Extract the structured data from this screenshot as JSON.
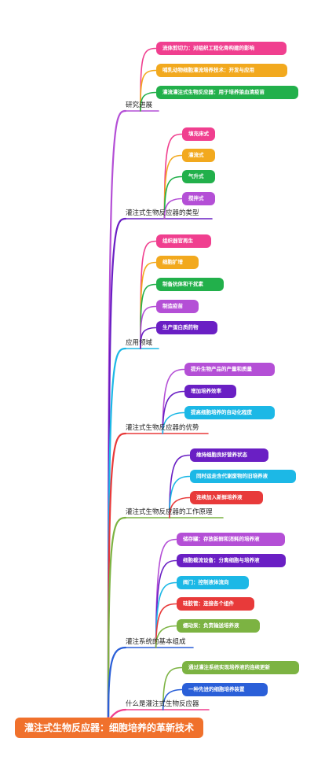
{
  "root": {
    "label": "灌注式生物反应器：细胞培养的革新技术",
    "color": "#f0712c"
  },
  "branches": [
    {
      "label": "研究进展",
      "color": "#b44fd6",
      "leaves": [
        {
          "label": "流体剪切力：对组织工程化骨构建的影响",
          "color": "#f03f8f"
        },
        {
          "label": "哺乳动物细胞灌流培养技术：开发与应用",
          "color": "#f2a91e"
        },
        {
          "label": "灌流灌注式生物反应器：用于培养狼血清疫苗",
          "color": "#22b04b"
        }
      ]
    },
    {
      "label": "灌注式生物反应器的类型",
      "color": "#6a1fc4",
      "leaves": [
        {
          "label": "填充床式",
          "color": "#f03f8f"
        },
        {
          "label": "灌流式",
          "color": "#f2a91e"
        },
        {
          "label": "气升式",
          "color": "#22b04b"
        },
        {
          "label": "搅拌式",
          "color": "#b44fd6"
        }
      ]
    },
    {
      "label": "应用领域",
      "color": "#1cb8e6",
      "leaves": [
        {
          "label": "组织器官再生",
          "color": "#f03f8f"
        },
        {
          "label": "细胞扩增",
          "color": "#f2a91e"
        },
        {
          "label": "制备抗体和干扰素",
          "color": "#22b04b"
        },
        {
          "label": "制造疫苗",
          "color": "#b44fd6"
        },
        {
          "label": "生产蛋白质药物",
          "color": "#6a1fc4"
        }
      ]
    },
    {
      "label": "灌注式生物反应器的优势",
      "color": "#e83a3a",
      "leaves": [
        {
          "label": "提升生物产品的产量和质量",
          "color": "#b44fd6"
        },
        {
          "label": "增加培养效率",
          "color": "#6a1fc4"
        },
        {
          "label": "提高细胞培养的自动化程度",
          "color": "#1cb8e6"
        }
      ]
    },
    {
      "label": "灌注式生物反应器的工作原理",
      "color": "#7cb342",
      "leaves": [
        {
          "label": "维持细胞良好营养状态",
          "color": "#6a1fc4"
        },
        {
          "label": "同时运走含代谢废物的旧培养液",
          "color": "#1cb8e6"
        },
        {
          "label": "连续加入新鲜培养液",
          "color": "#e83a3a"
        }
      ]
    },
    {
      "label": "灌注系统的基本组成",
      "color": "#2a5fd8",
      "leaves": [
        {
          "label": "储存罐：存放新鲜和消耗的培养液",
          "color": "#b44fd6"
        },
        {
          "label": "细胞截流设备：分离细胞与培养液",
          "color": "#6a1fc4"
        },
        {
          "label": "阀门：控制液体流向",
          "color": "#1cb8e6"
        },
        {
          "label": "硅胶管：连接各个组件",
          "color": "#e83a3a"
        },
        {
          "label": "蠕动泵：负责输送培养液",
          "color": "#7cb342"
        }
      ]
    },
    {
      "label": "什么是灌注式生物反应器",
      "color": "#f03f8f",
      "leaves": [
        {
          "label": "通过灌注系统实现培养液的连续更新",
          "color": "#7cb342"
        },
        {
          "label": "一种先进的细胞培养装置",
          "color": "#2a5fd8"
        }
      ]
    }
  ]
}
